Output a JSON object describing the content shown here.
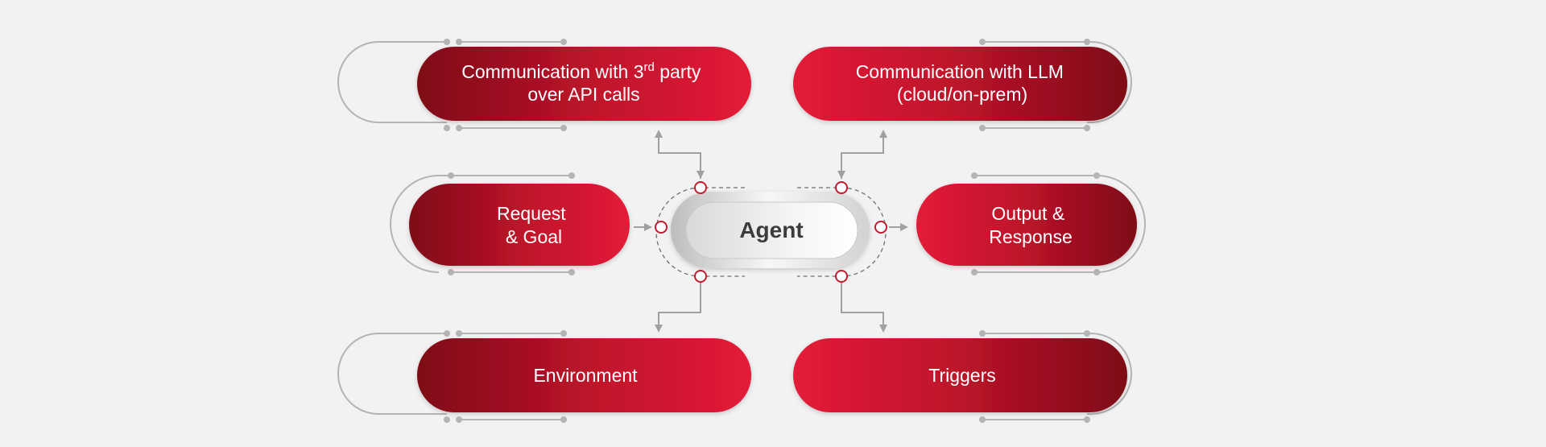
{
  "diagram": {
    "center": {
      "label": "Agent"
    },
    "nodes": {
      "third_party": {
        "line1": "Communication with 3",
        "sup": "rd",
        "line1_suffix": " party",
        "line2": "over API calls"
      },
      "llm": {
        "line1": "Communication with LLM",
        "line2": "(cloud/on-prem)"
      },
      "request": {
        "line1": "Request",
        "line2": "& Goal"
      },
      "output": {
        "line1": "Output &",
        "line2": "Response"
      },
      "environment": {
        "label": "Environment"
      },
      "triggers": {
        "label": "Triggers"
      }
    },
    "colors": {
      "red_bright": "#e31b38",
      "red_dark": "#7e0a18",
      "connector_gray": "#a0a0a0",
      "agent_text": "#3c3c3c",
      "node_text": "#ffffff",
      "background": "#f2f2f2"
    }
  }
}
